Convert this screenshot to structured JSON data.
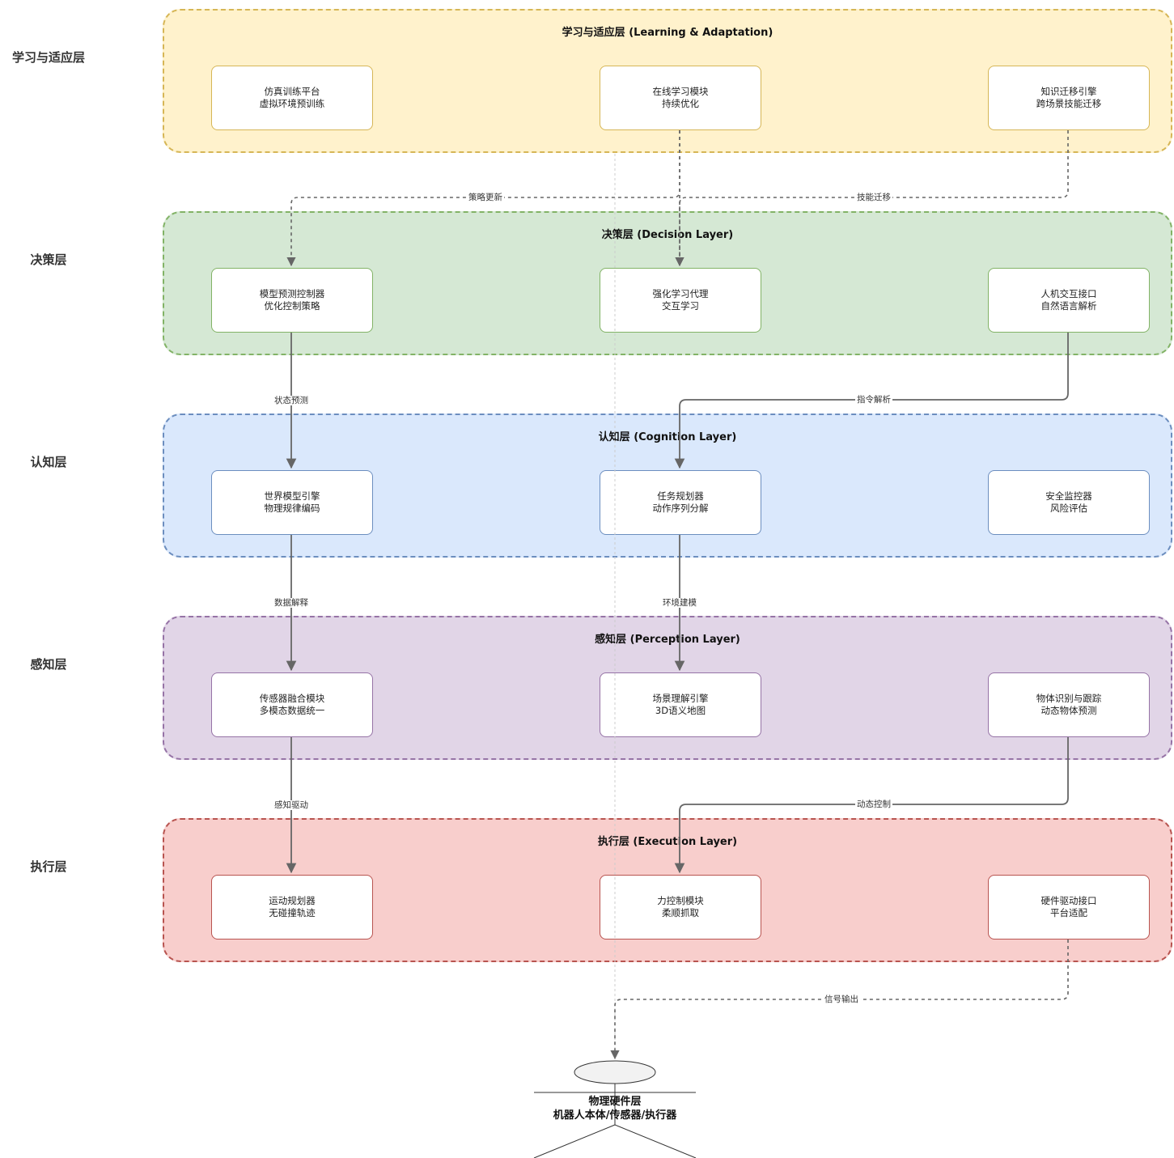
{
  "side_labels": {
    "learning": "学习与适应层",
    "decision": "决策层",
    "cognition": "认知层",
    "perception": "感知层",
    "execution": "执行层"
  },
  "layers": {
    "learning": {
      "title": "学习与适应层 (Learning & Adaptation)",
      "fill": "#fff2cc",
      "stroke": "#d6b656",
      "nodes": [
        {
          "line1": "仿真训练平台",
          "line2": "虚拟环境预训练"
        },
        {
          "line1": "在线学习模块",
          "line2": "持续优化"
        },
        {
          "line1": "知识迁移引擎",
          "line2": "跨场景技能迁移"
        }
      ]
    },
    "decision": {
      "title": "决策层 (Decision Layer)",
      "fill": "#d5e8d4",
      "stroke": "#82b366",
      "nodes": [
        {
          "line1": "模型预测控制器",
          "line2": "优化控制策略"
        },
        {
          "line1": "强化学习代理",
          "line2": "交互学习"
        },
        {
          "line1": "人机交互接口",
          "line2": "自然语言解析"
        }
      ]
    },
    "cognition": {
      "title": "认知层 (Cognition Layer)",
      "fill": "#dae8fc",
      "stroke": "#6c8ebf",
      "nodes": [
        {
          "line1": "世界模型引擎",
          "line2": "物理规律编码"
        },
        {
          "line1": "任务规划器",
          "line2": "动作序列分解"
        },
        {
          "line1": "安全监控器",
          "line2": "风险评估"
        }
      ]
    },
    "perception": {
      "title": "感知层 (Perception Layer)",
      "fill": "#e1d5e7",
      "stroke": "#9673a6",
      "nodes": [
        {
          "line1": "传感器融合模块",
          "line2": "多模态数据统一"
        },
        {
          "line1": "场景理解引擎",
          "line2": "3D语义地图"
        },
        {
          "line1": "物体识别与跟踪",
          "line2": "动态物体预测"
        }
      ]
    },
    "execution": {
      "title": "执行层 (Execution Layer)",
      "fill": "#f8cecc",
      "stroke": "#b85450",
      "nodes": [
        {
          "line1": "运动规划器",
          "line2": "无碰撞轨迹"
        },
        {
          "line1": "力控制模块",
          "line2": "柔顺抓取"
        },
        {
          "line1": "硬件驱动接口",
          "line2": "平台适配"
        }
      ]
    }
  },
  "edge_labels": {
    "policy_update": "策略更新",
    "skill_transfer": "技能迁移",
    "state_prediction": "状态预测",
    "instruction_parse": "指令解析",
    "data_interpret": "数据解释",
    "env_modeling": "环境建模",
    "perception_drive": "感知驱动",
    "dynamic_control": "动态控制",
    "signal_output": "信号输出"
  },
  "hardware": {
    "line1": "物理硬件层",
    "line2": "机器人本体/传感器/执行器"
  }
}
